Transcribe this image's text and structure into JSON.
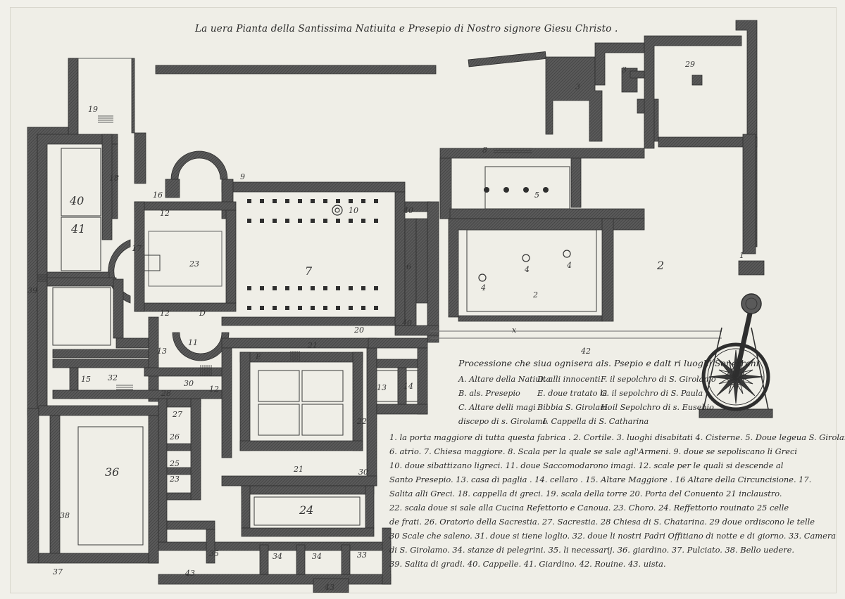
{
  "title": "La uera Pianta della Santissima Natiuita e Presepio di Nostro signore Giesu Christo .",
  "legend": {
    "heading": "Processione che siua ognisera als. Psepio e dalt ri luoghi Sonerrani",
    "keys_col1": [
      "A. Altare della Natiuita",
      "B. als. Presepio",
      "C. Altare delli magi",
      "discepo di s. Girolamo"
    ],
    "keys_col2": [
      "D. alli innocenti",
      "E. doue tratato la",
      "Bibbia S. Girolamo"
    ],
    "keys_col3": [
      "F. il sepolchro di S. Girolamo",
      "G. il sepolchro di S. Paula",
      "H. il Sepolchro di s. Eusebio"
    ],
    "key_i": "I. Cappella di S. Catharina",
    "numbered": [
      "1. la porta maggiore di tutta questa fabrica . 2. Cortile. 3. luoghi disabitati 4. Cisterne. 5. Doue legeua S. Girolamo",
      "6. atrio. 7. Chiesa maggiore. 8. Scala per la quale se sale agl'Armeni. 9. doue se sepoliscano li Greci",
      "10. doue sibattizano ligreci. 11. doue Saccomodarono imagi. 12. scale per le quali si descende al",
      "Santo Presepio. 13. casa di paglia . 14. cellaro . 15. Altare Maggiore . 16 Altare della Circuncisione. 17.",
      "Salita alli Greci. 18. cappella di greci. 19. scala della torre 20. Porta del Conuento 21 inclaustro.",
      "22. scala doue si sale alla Cucina Refettorio e Canoua. 23. Choro. 24. Reffettorio rouinato 25 celle",
      "de frati. 26. Oratorio della Sacrestia. 27. Sacrestia. 28 Chiesa di S. Chatarina. 29 doue ordiscono le telle",
      "30 Scale che saleno. 31. doue si tiene loglio. 32. doue li nostri Padri Offitiano di notte e di giorno. 33. Camera",
      "di S. Girolamo. 34. stanze di pelegrini. 35. li necessarij. 36. giardino. 37. Pulciato. 38. Bello uedere.",
      "39. Salita di gradi. 40. Cappelle. 41. Giardino. 42. Rouine. 43. uista."
    ]
  },
  "plan_labels": {
    "n1": "1",
    "n2": "2",
    "n3a": "3",
    "n3b": "3",
    "n29": "29",
    "n5": "5",
    "n4a": "4",
    "n4b": "4",
    "n4c": "4",
    "n2b": "2",
    "n8": "8",
    "n9": "9",
    "n7": "7",
    "n10": "10",
    "n40a": "40",
    "n40b": "40",
    "n6": "6",
    "n20": "20",
    "n42": "42",
    "n19": "19",
    "n18": "18",
    "n40c": "40",
    "n41": "41",
    "n39": "39",
    "n17": "17",
    "n12a": "12",
    "n12b": "12",
    "n12c": "12",
    "n16": "16",
    "n23": "23",
    "nD": "D",
    "n11": "11",
    "n13a": "13",
    "n13b": "13",
    "n14": "14",
    "n21a": "21",
    "n21b": "21",
    "n22": "22",
    "nE": "E",
    "n30a": "30",
    "n30b": "30",
    "n28": "28",
    "n32": "32",
    "n15": "15",
    "n27": "27",
    "n26": "26",
    "n25": "25",
    "n24": "24",
    "n36": "36",
    "n38": "38",
    "n37": "37",
    "n43a": "43",
    "n43b": "43",
    "n34a": "34",
    "n34b": "34",
    "n33": "33",
    "n35": "35",
    "n23b": "23",
    "nX": "x"
  },
  "colors": {
    "paper": "#efeee7",
    "wall": "#4a4a4a",
    "ink": "#2a2a2a"
  }
}
